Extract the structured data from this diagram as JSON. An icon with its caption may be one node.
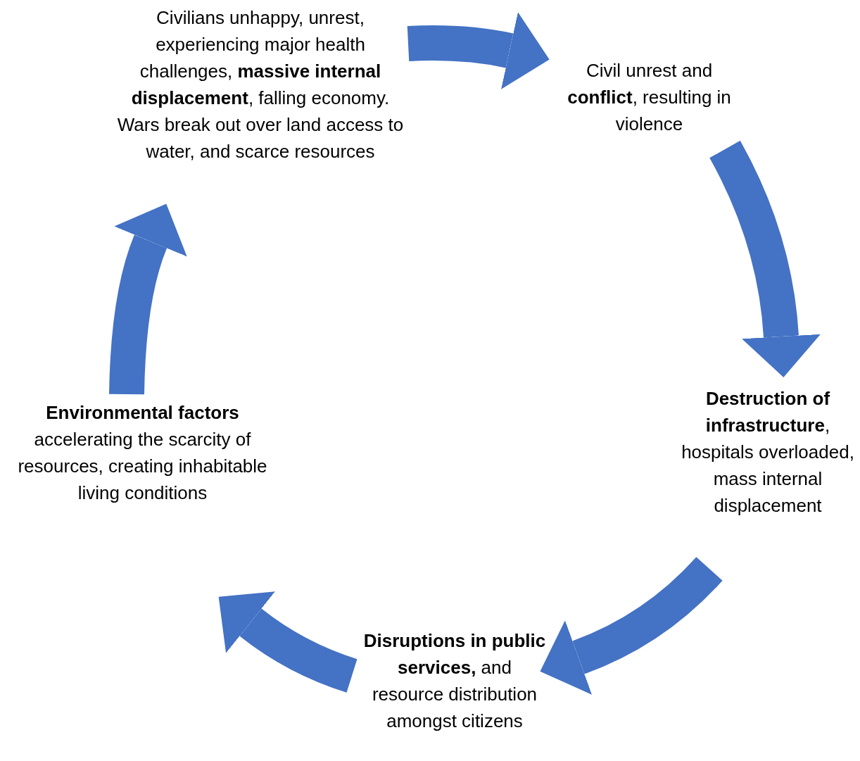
{
  "diagram": {
    "nodes": [
      {
        "text": [
          "Civilians unhappy, unrest, experiencing major health challenges, **massive internal displacement**, falling economy. Wars break out over land access to water, and scarce resources"
        ]
      },
      {
        "text": [
          "Civil unrest and **conflict**, resulting in violence"
        ]
      },
      {
        "text": [
          "**Destruction of infrastructure**, hospitals overloaded, mass internal displacement"
        ]
      },
      {
        "text": [
          "**Disruptions in public services,** and resource distribution amongst citizens"
        ]
      },
      {
        "text": [
          "**Environmental factors** accelerating the scarcity of resources, creating inhabitable living conditions"
        ]
      }
    ],
    "edges": [
      {
        "from": 0,
        "to": 1,
        "arrow": "to"
      },
      {
        "from": 1,
        "to": 2,
        "arrow": "to"
      },
      {
        "from": 2,
        "to": 3,
        "arrow": "to"
      },
      {
        "from": 3,
        "to": 4,
        "arrow": "to"
      },
      {
        "from": 4,
        "to": 0,
        "arrow": "to"
      }
    ]
  }
}
